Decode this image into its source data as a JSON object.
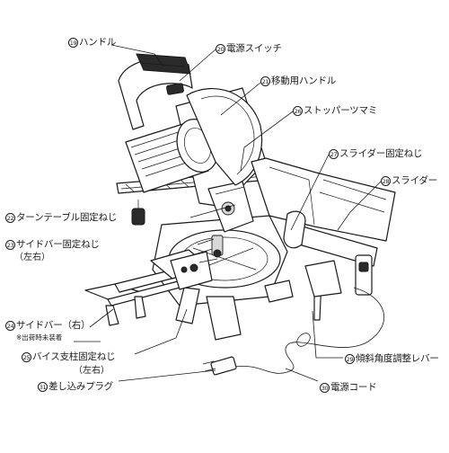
{
  "labels": [
    {
      "id": "handle",
      "num": "19",
      "text": "ハンドル"
    },
    {
      "id": "power-switch",
      "num": "20",
      "text": "電源スイッチ"
    },
    {
      "id": "carry-handle",
      "num": "21",
      "text": "移動用ハンドル"
    },
    {
      "id": "stopper-knob",
      "num": "26",
      "text": "ストッパーツマミ"
    },
    {
      "id": "slider-screw",
      "num": "27",
      "text": "スライダー固定ねじ"
    },
    {
      "id": "slider",
      "num": "28",
      "text": "スライダー"
    },
    {
      "id": "turntable-screw",
      "num": "22",
      "text": "ターンテーブル固定ねじ"
    },
    {
      "id": "sidebar-screw",
      "num": "23",
      "text": "サイドバー固定ねじ",
      "sub": "（左右）"
    },
    {
      "id": "sidebar",
      "num": "24",
      "text": "サイドバー（右）",
      "note": "※出荷時未装着"
    },
    {
      "id": "vise-screw",
      "num": "25",
      "text": "バイス支柱固定ねじ",
      "sub": "（左右）"
    },
    {
      "id": "plug",
      "num": "31",
      "text": "差し込みプラグ"
    },
    {
      "id": "bevel-lever",
      "num": "29",
      "text": "傾斜角度調整レバー"
    },
    {
      "id": "power-cord",
      "num": "30",
      "text": "電源コード"
    }
  ]
}
